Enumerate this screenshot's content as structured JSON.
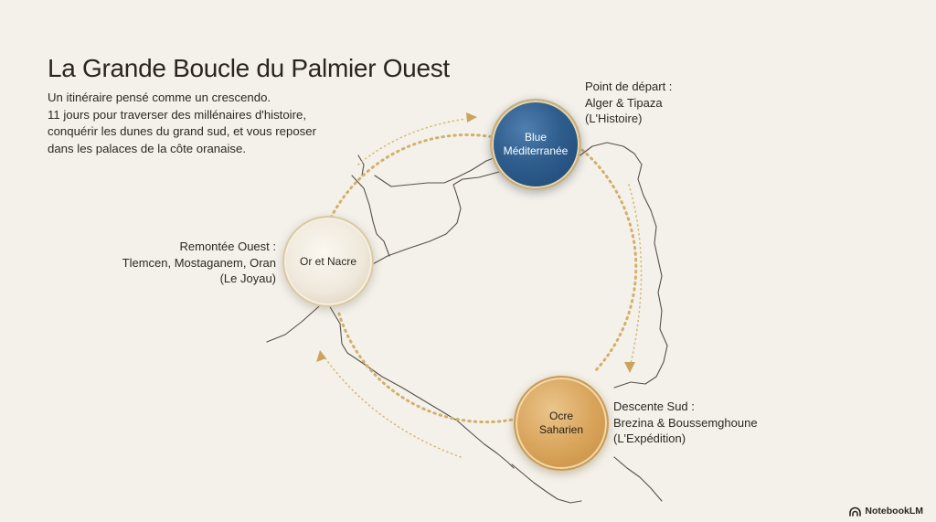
{
  "slide": {
    "title": "La Grande Boucle du Palmier Ouest",
    "intro_lines": [
      "Un itinéraire pensé comme un crescendo.",
      "11 jours pour traverser des millénaires d'histoire,",
      "conquérir les dunes du grand sud, et vous reposer",
      "dans les palaces de la côte oranaise."
    ]
  },
  "stages": {
    "depart": {
      "label_lines": [
        "Point de départ :",
        "Alger & Tipaza",
        "(L'Histoire)"
      ],
      "node_lines": [
        "Blue",
        "Méditerranée"
      ],
      "color": "#2e5d8d"
    },
    "ouest": {
      "label_lines": [
        "Remontée Ouest :",
        "Tlemcen, Mostaganem, Oran",
        "(Le Joyau)"
      ],
      "node_lines": [
        "Or et Nacre"
      ],
      "color": "#efe8dc"
    },
    "sud": {
      "label_lines": [
        "Descente Sud :",
        "Brezina & Boussemghoune",
        "(L'Expédition)"
      ],
      "node_lines": [
        "Ocre",
        "Saharien"
      ],
      "color": "#d9a55c"
    }
  },
  "colors": {
    "background": "#f4f1ea",
    "gold_path": "#d1b06a",
    "map_line": "#3a352e"
  },
  "icons": {
    "brand": "notebooklm-logo-icon",
    "arrows": "gold-arrowhead-icon"
  },
  "brand": {
    "name": "NotebookLM"
  }
}
